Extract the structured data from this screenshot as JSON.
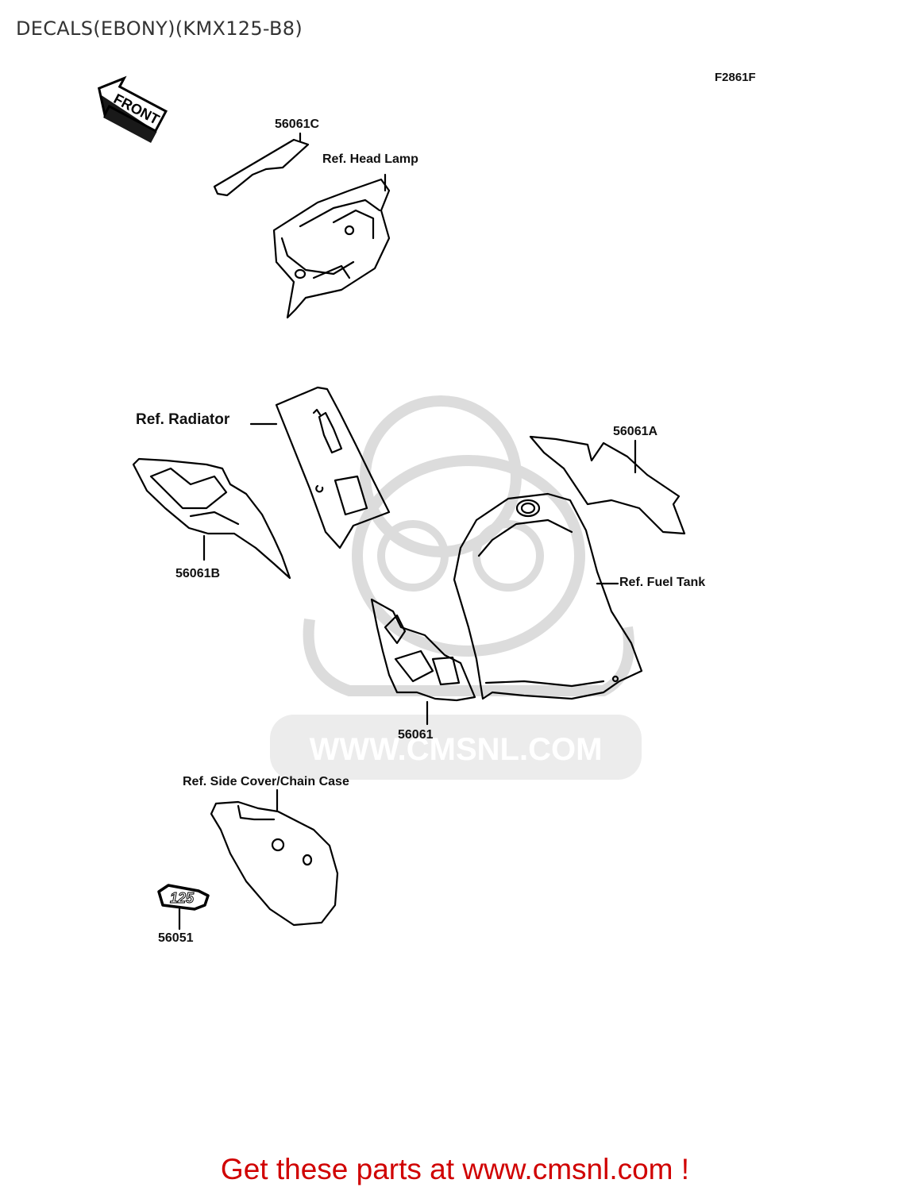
{
  "title": "DECALS(EBONY)(KMX125-B8)",
  "figure_code": "F2861F",
  "front_arrow_label": "FRONT",
  "watermark": "WWW.CMSNL.COM",
  "parts": [
    {
      "number": "56061C"
    },
    {
      "number": "56061A"
    },
    {
      "number": "56061B"
    },
    {
      "number": "56061"
    },
    {
      "number": "56051"
    }
  ],
  "references": {
    "head_lamp": "Ref. Head Lamp",
    "radiator": "Ref. Radiator",
    "fuel_tank": "Ref. Fuel Tank",
    "side_cover": "Ref. Side Cover/Chain Case"
  },
  "emblem_text": "125",
  "footer": "Get these parts at www.cmsnl.com !",
  "colors": {
    "footer": "#d00000",
    "watermark": "#e2e2e2",
    "line": "#000000"
  }
}
